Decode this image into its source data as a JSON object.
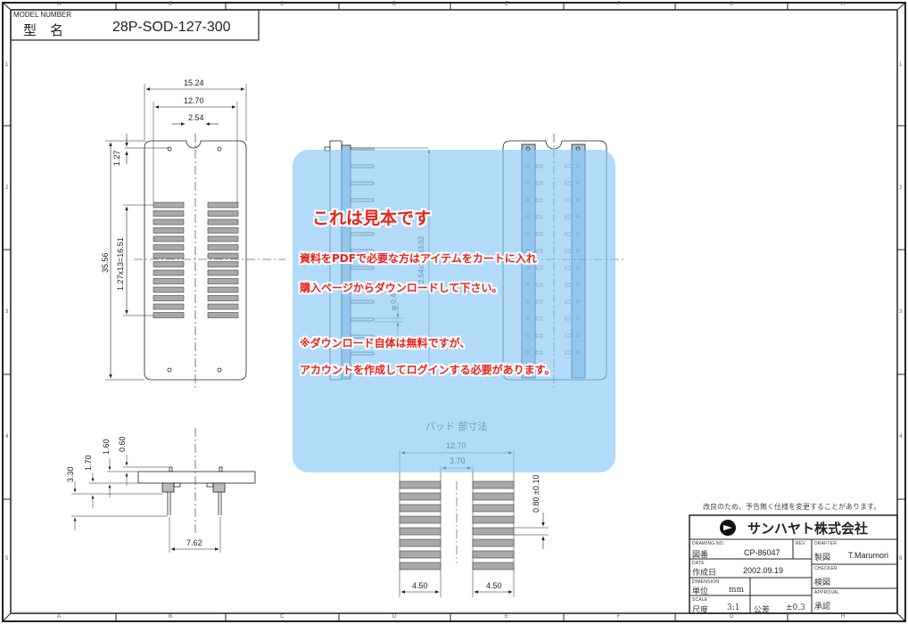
{
  "title_block_top": {
    "model_label_en": "MODEL NUMBER",
    "model_label_jp": "型　名",
    "model_number": "28P-SOD-127-300"
  },
  "frame": {
    "columns": [
      "A",
      "B",
      "C",
      "D",
      "E",
      "F",
      "G",
      "H"
    ],
    "rows": [
      "1",
      "2",
      "3",
      "4",
      "5"
    ]
  },
  "top_view": {
    "dim_total_width": "15.24",
    "dim_pad_span": "12.70",
    "dim_notch": "2.54",
    "dim_top_offset": "1.27",
    "dim_pitch_span": "1.27x13=16.51",
    "dim_total_length": "35.56"
  },
  "side_view": {
    "dim_length": "2.54x13=33.02",
    "dim_diameter": "φ 0.4"
  },
  "front_view": {
    "dim_a": "3.30",
    "dim_b": "1.70",
    "dim_c": "1.60",
    "dim_d": "0.60",
    "dim_pin_span": "7.62"
  },
  "pad_view": {
    "title": "パッド 部寸法",
    "dim_span": "12.70",
    "dim_gap": "3.70",
    "dim_pad_width": "0.80 ±0.10",
    "dim_left_pad_len": "4.50",
    "dim_right_pad_len": "4.50"
  },
  "watermark": {
    "line1": "これは見本です",
    "line2": "資料をPDFで必要な方はアイテムをカートに入れ",
    "line3": "購入ページからダウンロードして下さい。",
    "line4": "※ダウンロード自体は無料ですが、",
    "line5": "アカウントを作成してログインする必要があります。"
  },
  "notice": "改良のため、予告無く仕様を変更することがあります。",
  "title_block": {
    "company": "サンハヤト株式会社",
    "drawing_no_label_en": "DRAWING NO.",
    "drawing_no_label_jp": "図番",
    "drawing_no": "CP-86047",
    "rev_label": "REV.",
    "date_label_en": "DATE",
    "date_label_jp": "作成日",
    "date": "2002.09.19",
    "dimension_label_en": "DIMENSION",
    "dimension_label_jp": "単位",
    "dimension_unit": "mm",
    "scale_label_en": "SCALE",
    "scale_label_jp": "尺度",
    "scale": "3:1",
    "tolerance_label": "公差",
    "tolerance": "±0.3",
    "drafter_label_en": "DRAFTER",
    "drafter_label_jp": "製図",
    "drafter": "T.Marumori",
    "checker_label_en": "CHECKER",
    "checker_label_jp": "検図",
    "approval_label_en": "APPROVAL",
    "approval_label_jp": "承認"
  },
  "colors": {
    "overlay": "#87c8f5",
    "watermark_text": "#e8211a",
    "pad_fill": "#a9a9a9",
    "line": "#222222"
  }
}
